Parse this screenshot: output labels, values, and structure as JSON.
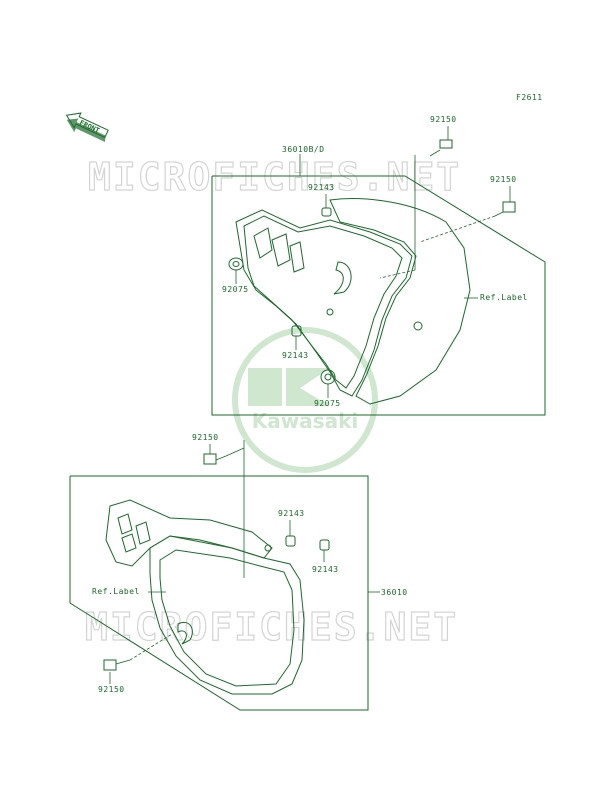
{
  "figure_code": "F2611",
  "front_label": "FRONT",
  "watermark_text": "MICROFICHES.NET",
  "logo_text": "Kawasaki",
  "colors": {
    "line": "#1a6b2a",
    "watermark": "#d4d4d4",
    "logo": "#cfe6cf"
  },
  "upper": {
    "assembly": "36010B/D",
    "bolt_top": "92150",
    "bolt_right": "92150",
    "nut_top": "92143",
    "grommet_left": "92075",
    "nut_mid": "92143",
    "grommet_bottom": "92075",
    "ref_label": "Ref.Label"
  },
  "lower": {
    "bolt_top": "92150",
    "nut_a": "92143",
    "nut_b": "92143",
    "assembly": "36010",
    "ref_label": "Ref.Label",
    "bolt_bottom": "92150"
  }
}
